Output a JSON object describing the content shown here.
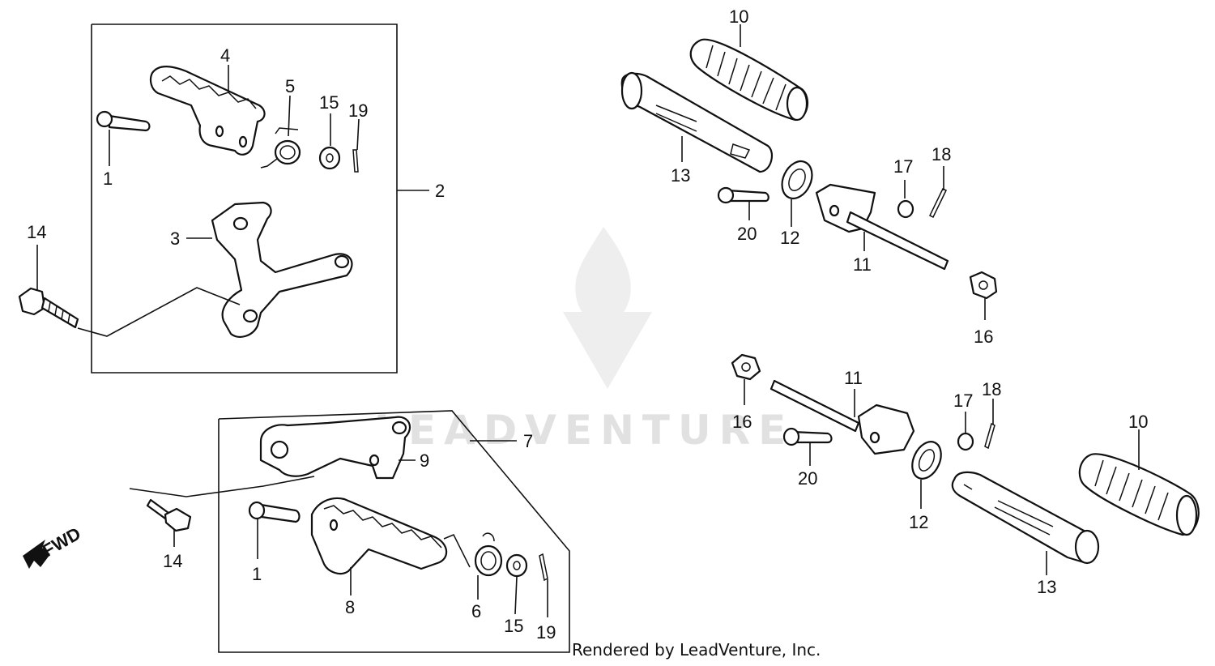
{
  "footer": {
    "rendered_by": "Rendered by LeadVenture, Inc."
  },
  "watermark": {
    "text": "LEADVENTURE",
    "icon": "flame-v-logo"
  },
  "direction": {
    "label": "FWD",
    "icon": "arrow-down-left-icon"
  },
  "callouts": {
    "c1a": "1",
    "c1b": "1",
    "c2": "2",
    "c3": "3",
    "c4": "4",
    "c5": "5",
    "c6": "6",
    "c7": "7",
    "c8": "8",
    "c9": "9",
    "c10a": "10",
    "c10b": "10",
    "c11a": "11",
    "c11b": "11",
    "c12a": "12",
    "c12b": "12",
    "c13a": "13",
    "c13b": "13",
    "c14a": "14",
    "c14b": "14",
    "c15a": "15",
    "c15b": "15",
    "c16a": "16",
    "c16b": "16",
    "c17a": "17",
    "c17b": "17",
    "c18a": "18",
    "c18b": "18",
    "c19a": "19",
    "c19b": "19",
    "c20a": "20",
    "c20b": "20"
  }
}
